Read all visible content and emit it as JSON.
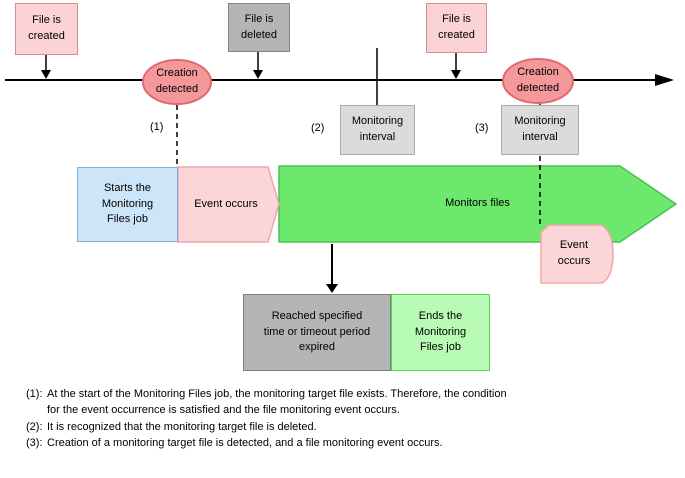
{
  "colors": {
    "pink_fill": "#fbd3d5",
    "pink_border": "#df8a8e",
    "salmon_fill": "#f5989c",
    "salmon_border": "#e0696f",
    "gray_fill": "#b5b5b5",
    "gray_border": "#858585",
    "lightgray_fill": "#dbdbdb",
    "lightgray_border": "#a9a9a9",
    "blue_fill": "#cde5f8",
    "blue_border": "#84addb",
    "event_pink_fill": "#fbd5d7",
    "event_pink_border": "#f0a7aa",
    "green_fill": "#6ce86c",
    "green_border": "#4fbf4f",
    "light_green_fill": "#b7fbb7",
    "light_green_border": "#55d955",
    "line_color": "#000000"
  },
  "timeline": {
    "file_event_1": "File is\ncreated",
    "file_event_2": "File is\ndeleted",
    "file_event_3": "File is\ncreated",
    "detection_1": "Creation\ndetected",
    "detection_2": "Creation\ndetected",
    "interval_1": "Monitoring\ninterval",
    "interval_2": "Monitoring\ninterval",
    "marker_1": "(1)",
    "marker_2": "(2)",
    "marker_3": "(3)"
  },
  "job": {
    "start": "Starts the\nMonitoring\nFiles job",
    "event_1": "Event occurs",
    "monitor": "Monitors files",
    "event_2": "Event\noccurs",
    "timeout": "Reached specified\ntime or timeout period\nexpired",
    "end": "Ends the\nMonitoring\nFiles job"
  },
  "notes": {
    "n1_label": "(1):",
    "n1_text": "At the start of the Monitoring Files job, the monitoring target file exists. Therefore, the condition\nfor the event occurrence is satisfied and the file monitoring event occurs.",
    "n2_label": "(2):",
    "n2_text": "It is recognized that the monitoring target file is deleted.",
    "n3_label": "(3):",
    "n3_text": "Creation of a monitoring target file is detected, and a file monitoring event occurs."
  }
}
